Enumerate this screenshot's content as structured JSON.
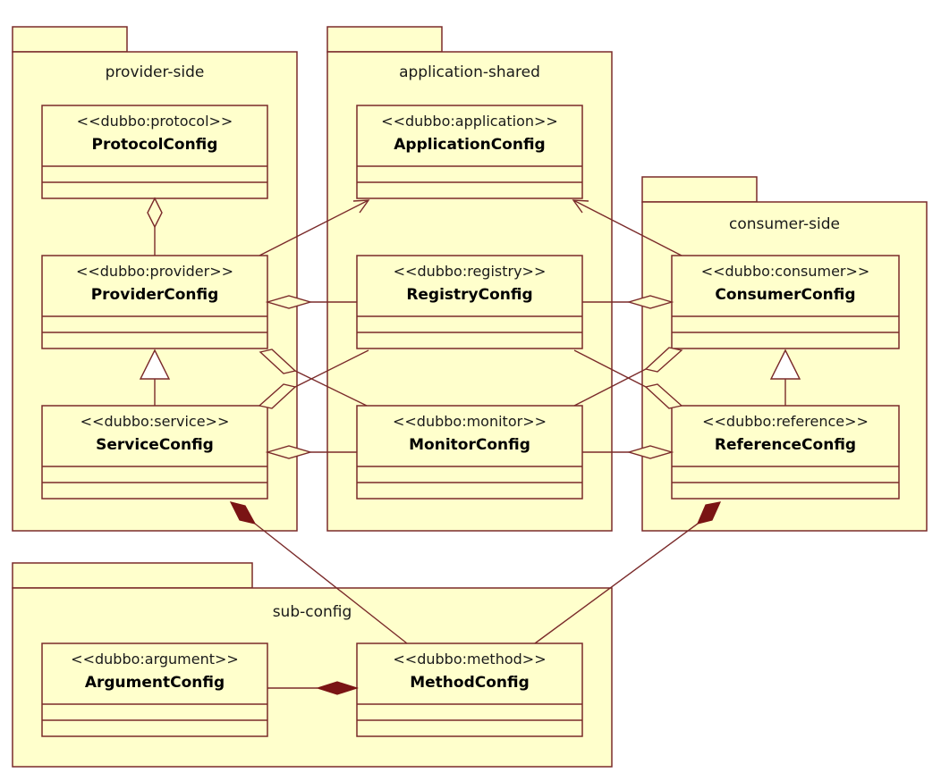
{
  "packages": {
    "provider": {
      "label": "provider-side"
    },
    "shared": {
      "label": "application-shared"
    },
    "consumer": {
      "label": "consumer-side"
    },
    "sub": {
      "label": "sub-config"
    }
  },
  "classes": {
    "protocol": {
      "stereotype": "<<dubbo:protocol>>",
      "name": "ProtocolConfig"
    },
    "provider": {
      "stereotype": "<<dubbo:provider>>",
      "name": "ProviderConfig"
    },
    "service": {
      "stereotype": "<<dubbo:service>>",
      "name": "ServiceConfig"
    },
    "application": {
      "stereotype": "<<dubbo:application>>",
      "name": "ApplicationConfig"
    },
    "registry": {
      "stereotype": "<<dubbo:registry>>",
      "name": "RegistryConfig"
    },
    "monitor": {
      "stereotype": "<<dubbo:monitor>>",
      "name": "MonitorConfig"
    },
    "consumer": {
      "stereotype": "<<dubbo:consumer>>",
      "name": "ConsumerConfig"
    },
    "reference": {
      "stereotype": "<<dubbo:reference>>",
      "name": "ReferenceConfig"
    },
    "argument": {
      "stereotype": "<<dubbo:argument>>",
      "name": "ArgumentConfig"
    },
    "method": {
      "stereotype": "<<dubbo:method>>",
      "name": "MethodConfig"
    }
  },
  "colors": {
    "fill": "#ffffcc",
    "stroke": "#7a2a2a",
    "composition": "#7a1414"
  }
}
